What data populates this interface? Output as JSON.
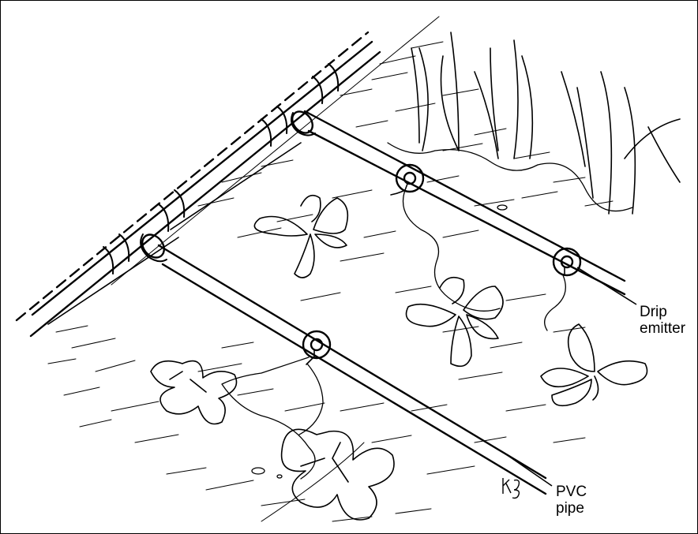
{
  "labels": {
    "drip_emitter": {
      "line1": "Drip",
      "line2": "emitter"
    },
    "pvc_pipe": {
      "line1": "PVC",
      "line2": "pipe"
    }
  },
  "signature": "KB",
  "colors": {
    "ink": "#000000",
    "paper": "#ffffff"
  }
}
